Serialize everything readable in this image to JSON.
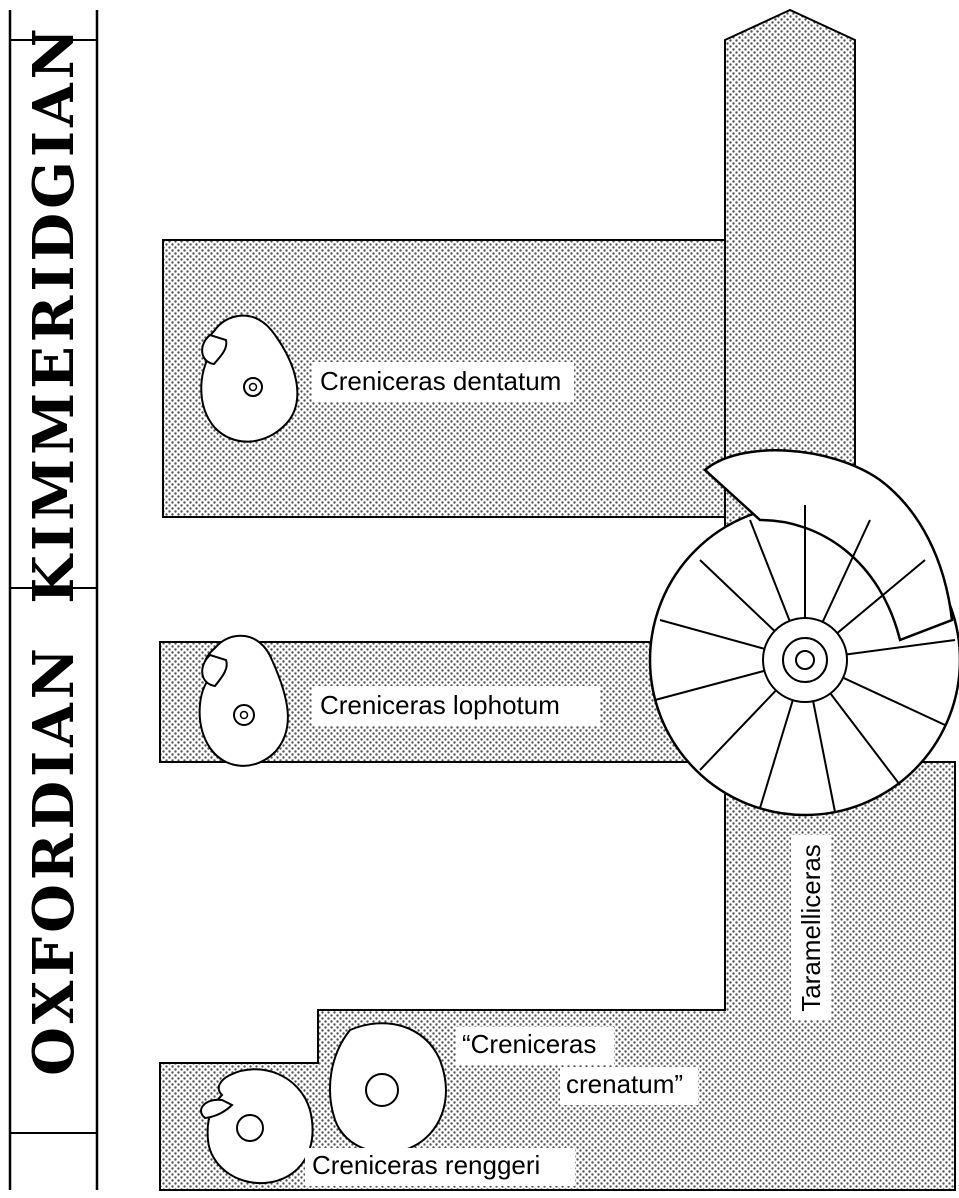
{
  "stages": {
    "upper": "KIMMERIDGIAN",
    "lower": "OXFORDIAN"
  },
  "taxa": {
    "dentatum": "Creniceras dentatum",
    "lophotum": "Creniceras lophotum",
    "crenatum_line1": "“Creniceras",
    "crenatum_line2": "crenatum”",
    "renggeri": "Creniceras renggeri",
    "taramelliceras": "Taramelliceras"
  },
  "colors": {
    "ink": "#000000",
    "stipple_fill": "#cfcfcf",
    "background": "#ffffff"
  }
}
